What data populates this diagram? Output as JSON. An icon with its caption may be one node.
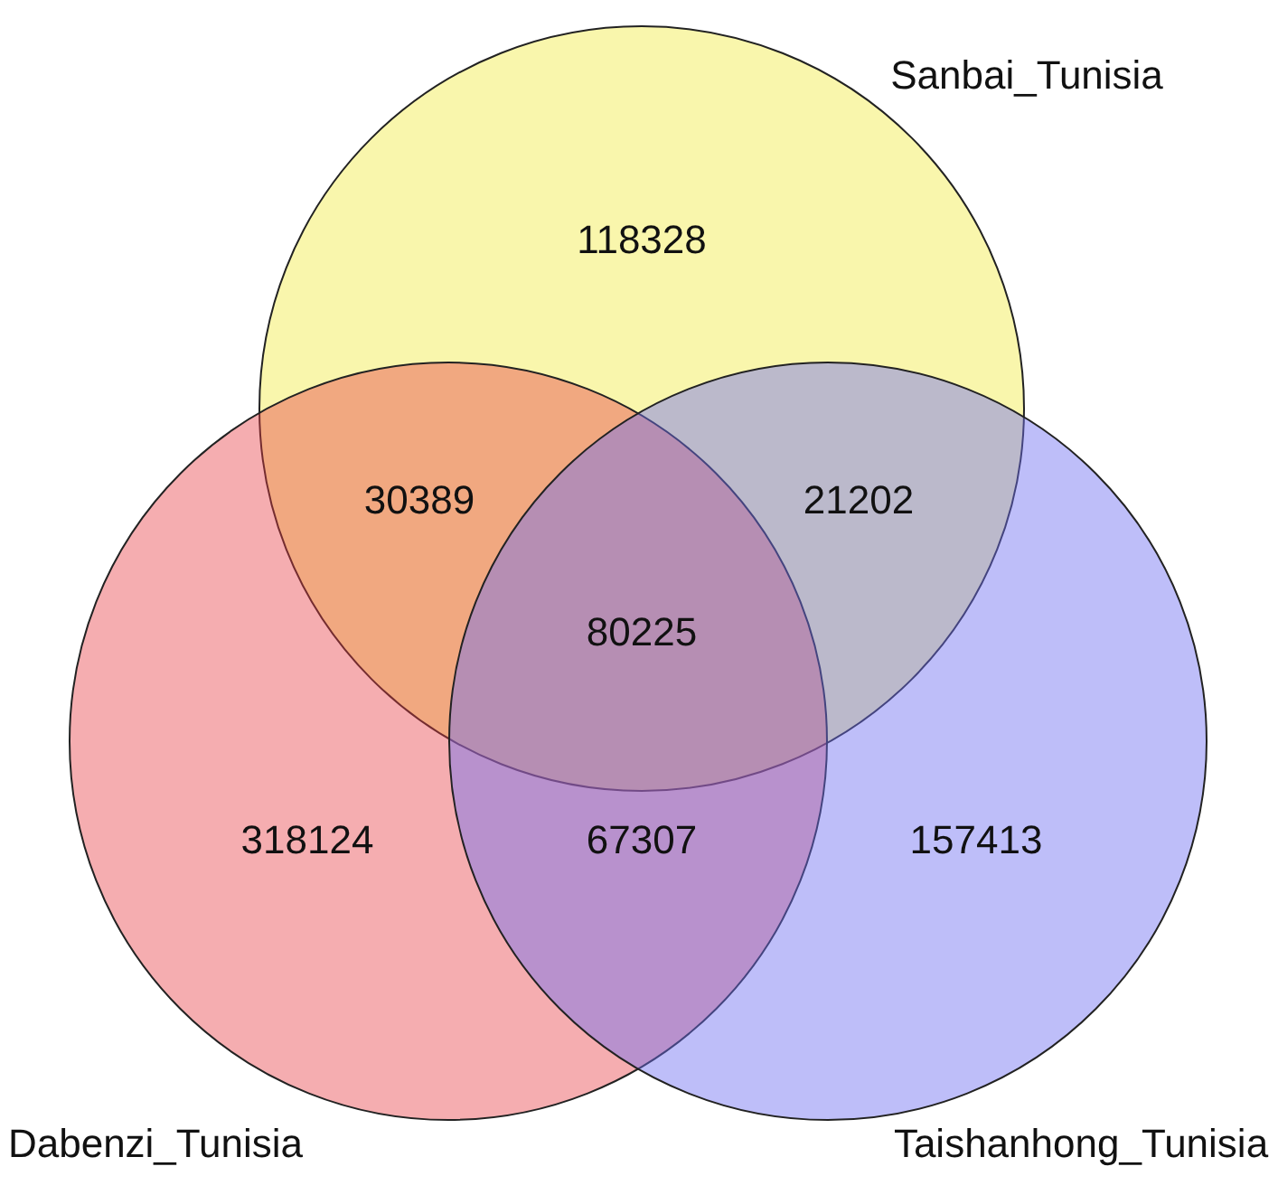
{
  "diagram": {
    "nodes": [
      {
        "text": [
          "Sanbai_Tunisia"
        ]
      },
      {
        "text": [
          "Dabenzi_Tunisia"
        ]
      },
      {
        "text": [
          "Taishanhong_Tunisia"
        ]
      }
    ],
    "labels": [
      "118328",
      "30389",
      "21202",
      "80225",
      "318124",
      "67307",
      "157413"
    ]
  }
}
